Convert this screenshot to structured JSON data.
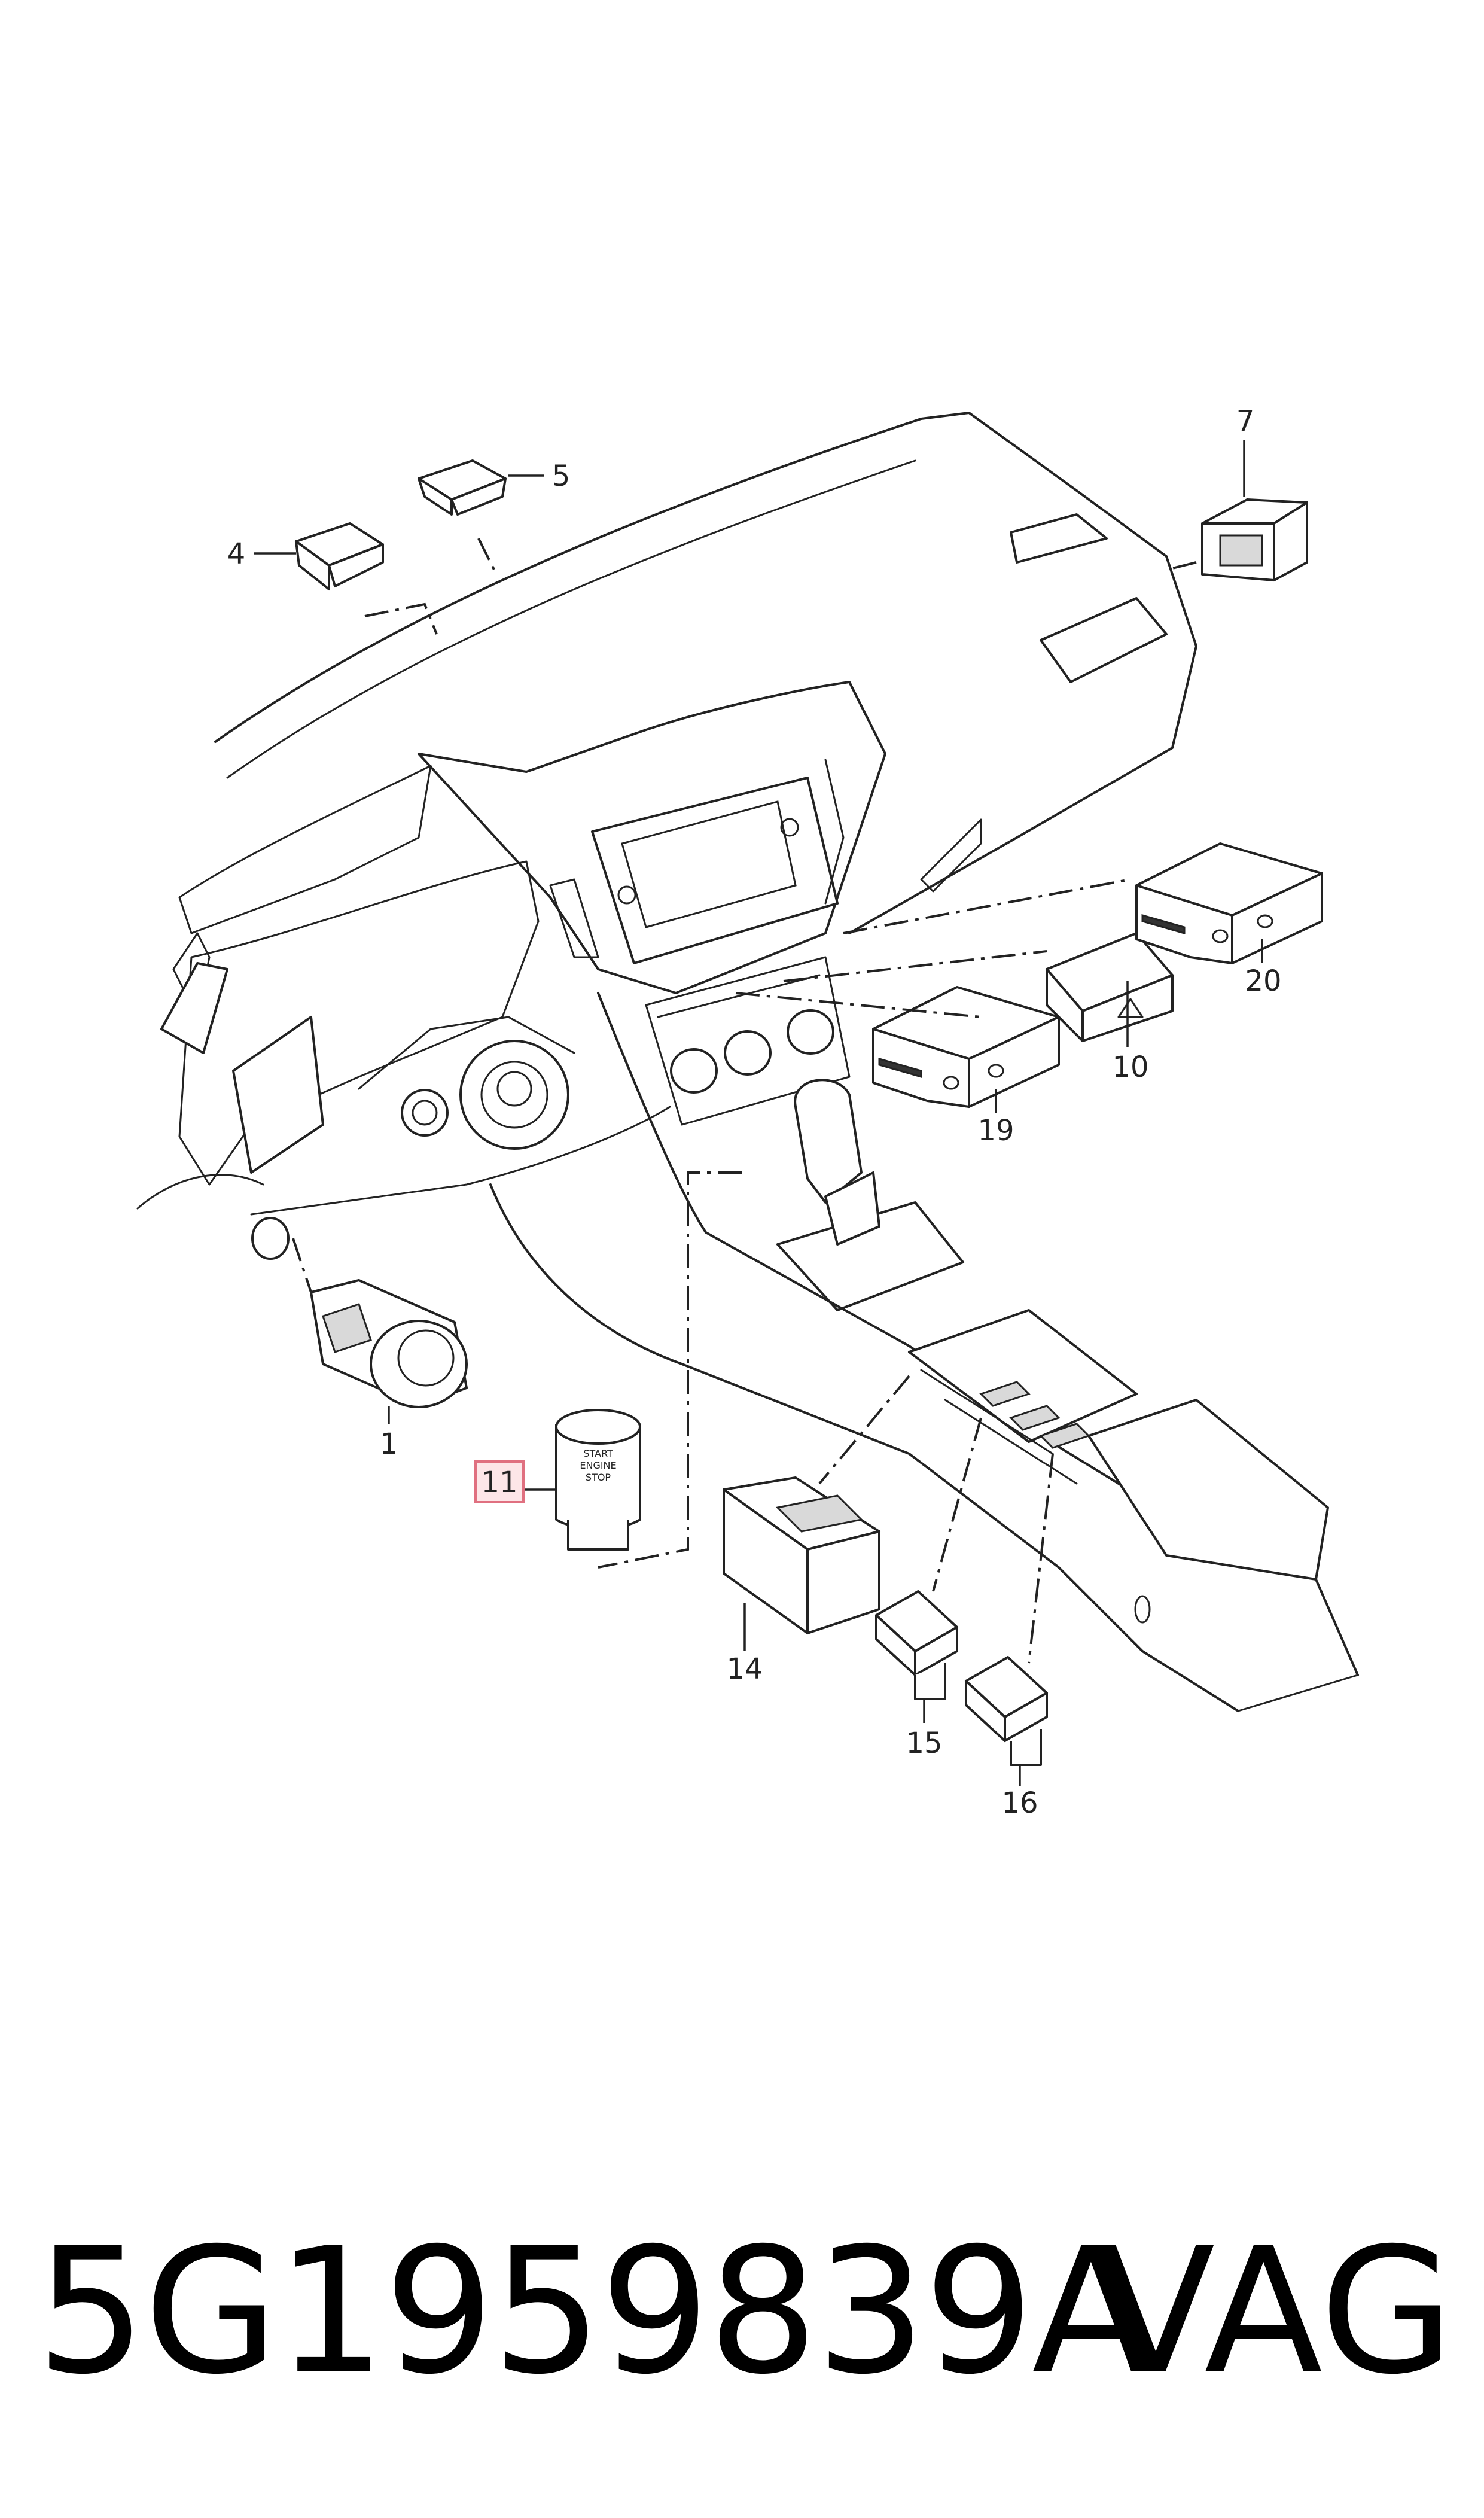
{
  "callouts": {
    "c1": "1",
    "c4": "4",
    "c5": "5",
    "c7": "7",
    "c10": "10",
    "c11": "11",
    "c14": "14",
    "c15": "15",
    "c16": "16",
    "c19": "19",
    "c20": "20"
  },
  "highlighted_callout": "11",
  "caption": {
    "part_number": "5G1959839A",
    "brand": "VAG"
  },
  "colors": {
    "highlight_fill": "#fde6e8",
    "highlight_border": "#e07080",
    "line": "#222222"
  }
}
